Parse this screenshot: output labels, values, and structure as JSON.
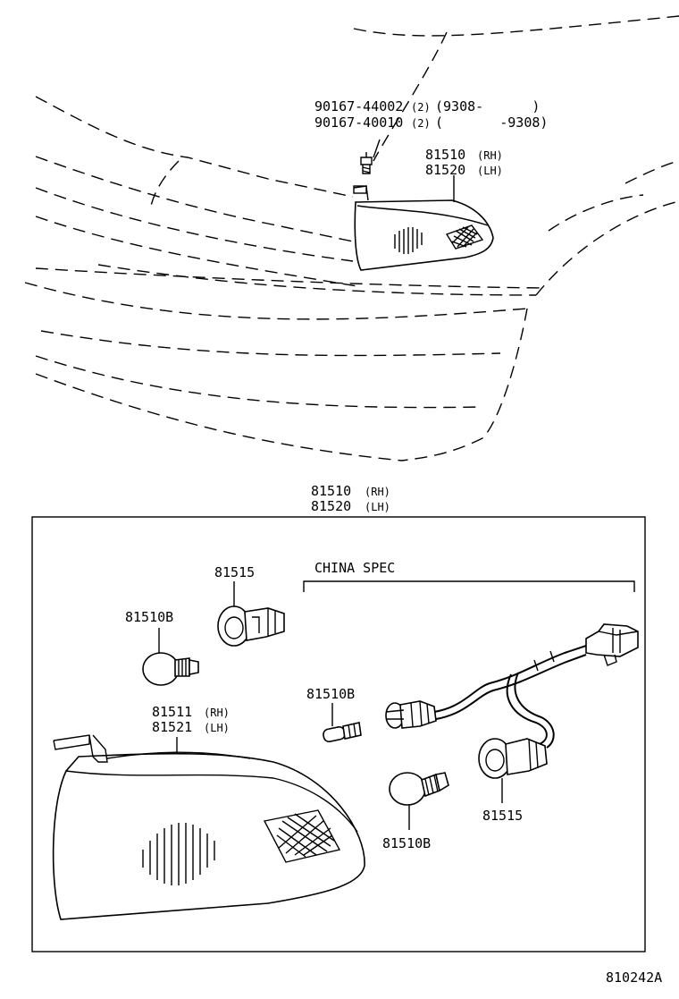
{
  "callouts": {
    "bolt_a": {
      "part": "90167-44002",
      "qty": "(2)",
      "range": "(9308-      )"
    },
    "bolt_b": {
      "part": "90167-40010",
      "qty": "(2)",
      "range": "(       -9308)"
    },
    "lamp_rh_top": {
      "part": "81510",
      "side": "(RH)"
    },
    "lamp_lh_top": {
      "part": "81520",
      "side": "(LH)"
    },
    "assy_rh": {
      "part": "81510",
      "side": "(RH)"
    },
    "assy_lh": {
      "part": "81520",
      "side": "(LH)"
    },
    "socket_left": "81515",
    "bulb_left": "81510B",
    "lens_rh": {
      "part": "81511",
      "side": "(RH)"
    },
    "lens_lh": {
      "part": "81521",
      "side": "(LH)"
    },
    "china_spec": "CHINA SPEC",
    "bulb_small": "81510B",
    "bulb_right": "81510B",
    "socket_right": "81515"
  },
  "figure_id": "810242A"
}
